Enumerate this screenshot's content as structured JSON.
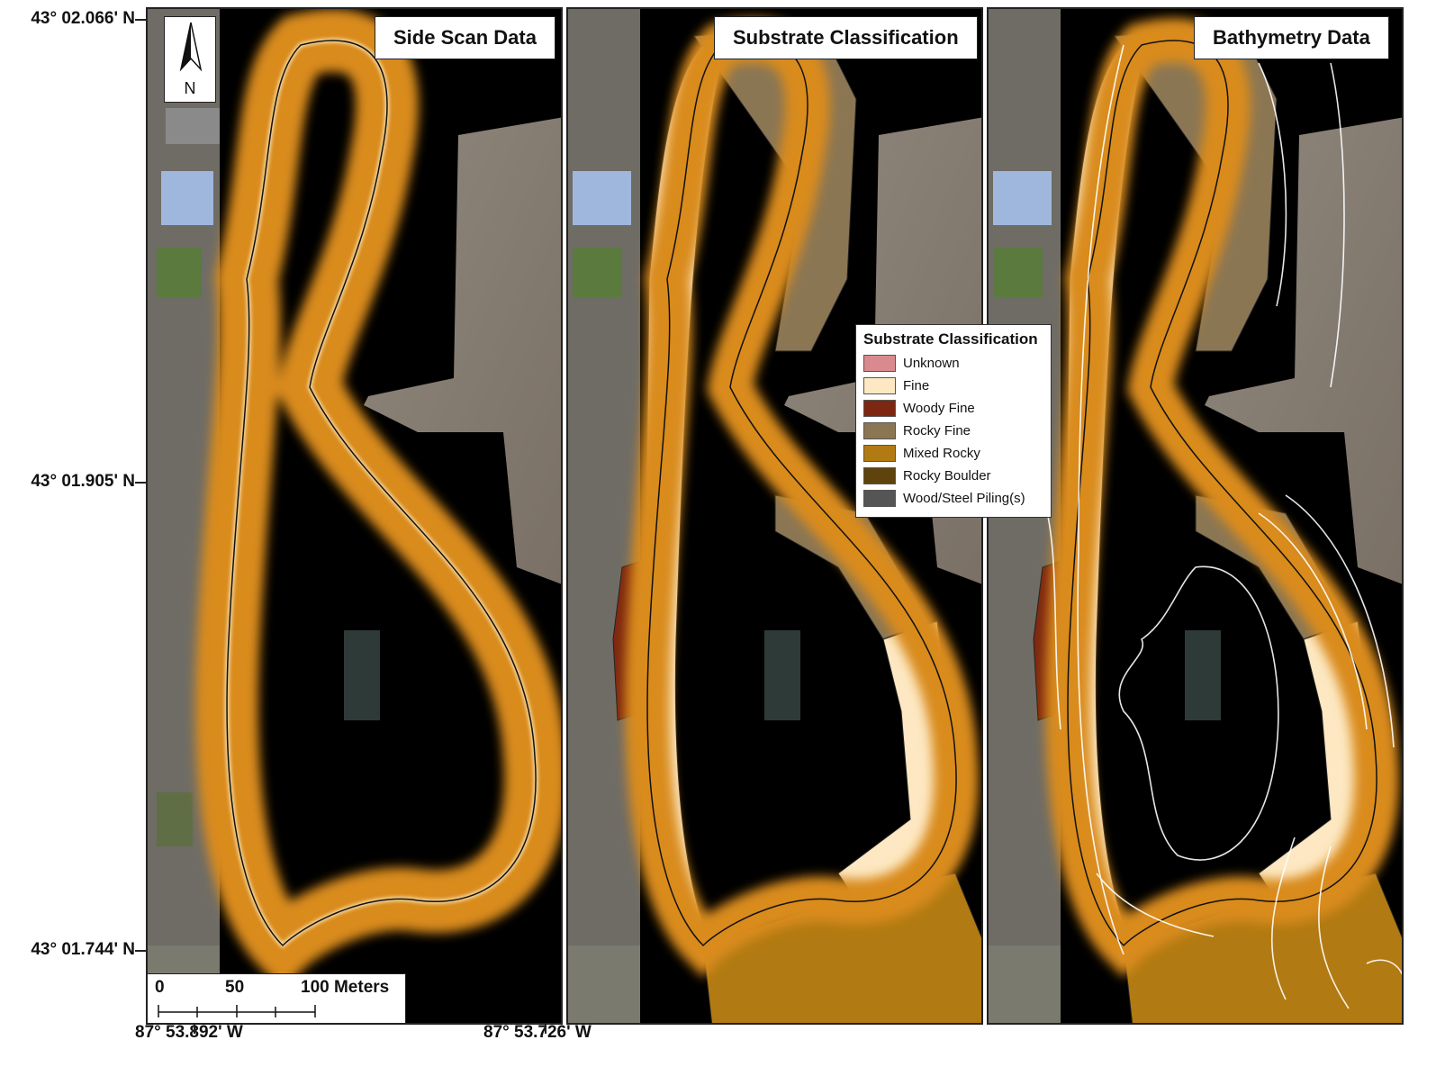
{
  "coordinates": {
    "latitudes": [
      "43° 02.066' N",
      "43° 01.905' N",
      "43° 01.744' N"
    ],
    "longitudes": [
      "87° 53.892' W",
      "87° 53.726' W"
    ]
  },
  "panels": [
    {
      "title": "Side Scan Data"
    },
    {
      "title": "Substrate Classification"
    },
    {
      "title": "Bathymetry Data"
    }
  ],
  "north_arrow": {
    "letter": "N"
  },
  "scale_bar": {
    "labels": [
      "0",
      "50",
      "100 Meters"
    ]
  },
  "legend": {
    "title": "Substrate Classification",
    "items": [
      {
        "label": "Unknown",
        "color": "#d98a8e"
      },
      {
        "label": "Fine",
        "color": "#fde8c3"
      },
      {
        "label": "Woody Fine",
        "color": "#7d2710"
      },
      {
        "label": "Rocky Fine",
        "color": "#8b7654"
      },
      {
        "label": "Mixed Rocky",
        "color": "#b27a12"
      },
      {
        "label": "Rocky Boulder",
        "color": "#5e430c"
      },
      {
        "label": "Wood/Steel Piling(s)",
        "color": "#555555"
      }
    ]
  },
  "colors": {
    "sonar_glow": "#d98b1e",
    "sonar_bright": "#fff1c9",
    "water_dark": "#000000",
    "land_gray": "#8c8378",
    "grass_green": "#5a7a3e",
    "roof_blue": "#9fb7dc",
    "contour_white": "#ffffff"
  }
}
